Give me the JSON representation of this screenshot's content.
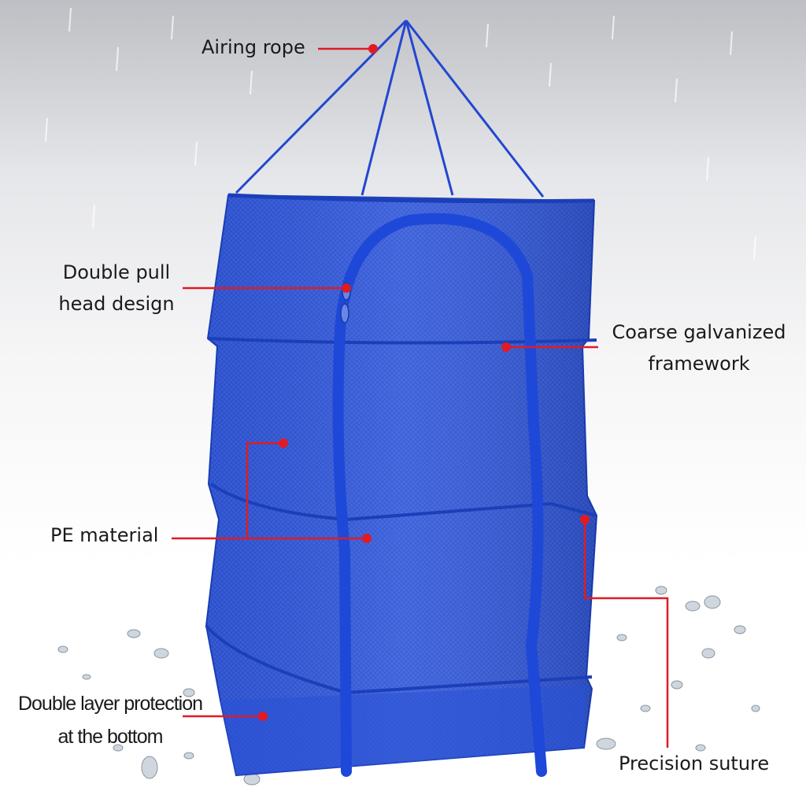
{
  "image": {
    "subject": "blue-mesh-hanging-drying-net",
    "colors": {
      "mesh": "#2f56d9",
      "mesh_dark": "#1b3fb8",
      "zipper": "#1e48d8",
      "rope": "#2247d0",
      "callout": "#e01b24",
      "text": "#1a1a1a"
    }
  },
  "callouts": {
    "airing_rope": {
      "text": "Airing rope"
    },
    "double_pull": {
      "line1": "Double pull",
      "line2": "head design"
    },
    "framework": {
      "line1": "Coarse galvanized",
      "line2": "framework"
    },
    "pe_material": {
      "text": "PE material"
    },
    "bottom": {
      "line1": "Double layer protection",
      "line2": "at the bottom"
    },
    "suture": {
      "text": "Precision suture"
    }
  }
}
